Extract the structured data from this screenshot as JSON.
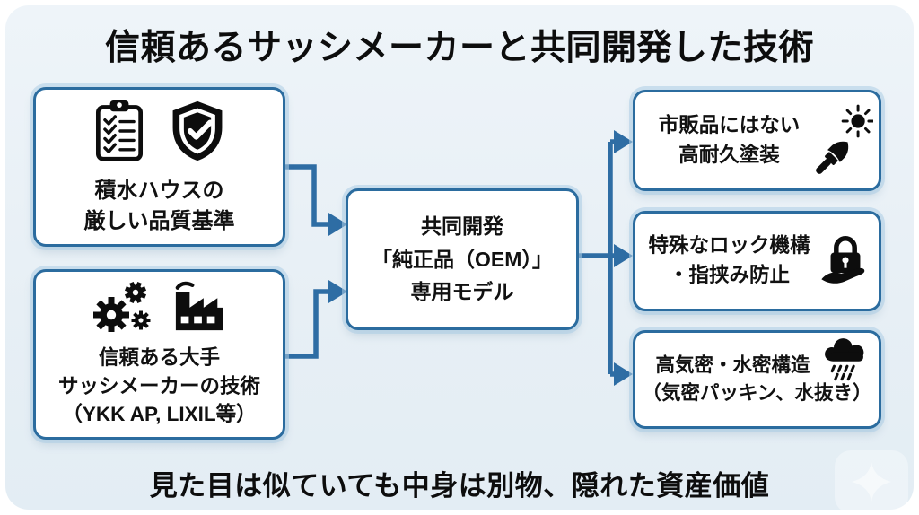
{
  "page": {
    "title": "信頼あるサッシメーカーと共同開発した技術",
    "footer": "見た目は似ていても中身は別物、隠れた資産価値"
  },
  "diagram": {
    "source_boxes": [
      {
        "icons": [
          "clipboard-checklist-icon",
          "shield-check-icon"
        ],
        "lines": [
          "積水ハウスの",
          "厳しい品質基準"
        ]
      },
      {
        "icons": [
          "gears-icon",
          "factory-icon"
        ],
        "lines": [
          "信頼ある大手",
          "サッシメーカーの技術",
          "（YKK AP, LIXIL等）"
        ]
      }
    ],
    "center_box": {
      "lines": [
        "共同開発",
        "「純正品（OEM）」",
        "専用モデル"
      ]
    },
    "result_boxes": [
      {
        "icon": "paintbrush-sun-icon",
        "lines": [
          "市販品にはない",
          "高耐久塗装"
        ]
      },
      {
        "icon": "lock-hand-icon",
        "lines": [
          "特殊なロック機構",
          "・指挟み防止"
        ]
      },
      {
        "icon": "rain-cloud-icon",
        "lines": [
          "高気密・水密構造",
          "（気密パッキン、水抜き）"
        ]
      }
    ],
    "watermark_icon": "sparkle-icon",
    "colors": {
      "background_panel": "#e8f0f6",
      "box_fill": "#ffffff",
      "box_border": "#2b6c9f",
      "arrow": "#2e6da4",
      "text": "#111111",
      "icon": "#0d0d0d"
    }
  }
}
